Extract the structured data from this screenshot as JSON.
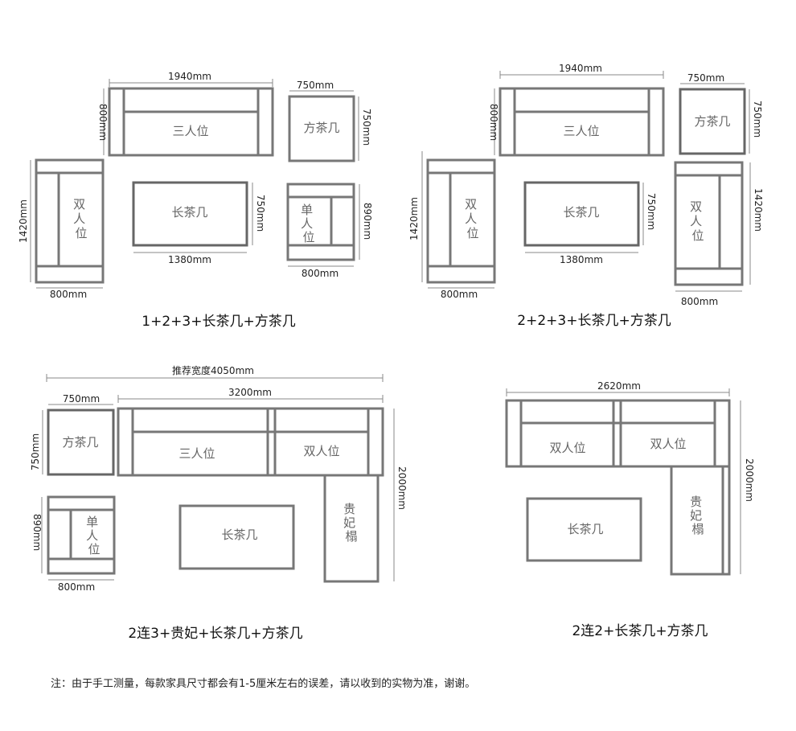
{
  "layouts": [
    {
      "caption": "1+2+3+长茶几+方茶几",
      "labels": {
        "three_seat": "三人位",
        "square_table": "方茶几",
        "two_seat": "双人位",
        "long_table": "长茶几",
        "single_seat": "单人位"
      },
      "dims": {
        "sofa3_width": "1940mm",
        "sofa3_depth": "800mm",
        "square_width": "750mm",
        "square_depth": "750mm",
        "sofa2_length": "1420mm",
        "sofa2_width": "800mm",
        "table_width": "1380mm",
        "table_depth": "750mm",
        "single_depth": "890mm",
        "single_width": "800mm"
      }
    },
    {
      "caption": "2+2+3+长茶几+方茶几",
      "labels": {
        "three_seat": "三人位",
        "square_table": "方茶几",
        "two_seat_left": "双人位",
        "long_table": "长茶几",
        "two_seat_right": "双人位"
      },
      "dims": {
        "sofa3_width": "1940mm",
        "sofa3_depth": "800mm",
        "square_width": "750mm",
        "square_depth": "750mm",
        "sofa2_length": "1420mm",
        "sofa2_width": "800mm",
        "table_width": "1380mm",
        "table_depth": "750mm",
        "right_length": "1420mm",
        "right_width": "800mm"
      }
    },
    {
      "caption": "2连3+贵妃+长茶几+方茶几",
      "labels": {
        "square_table": "方茶几",
        "three_seat": "三人位",
        "two_seat": "双人位",
        "single_seat": "单人位",
        "long_table": "长茶几",
        "chaise": "贵妃榻"
      },
      "dims": {
        "recommended_width": "推荐宽度4050mm",
        "square_width": "750mm",
        "sofa_width": "3200mm",
        "square_depth": "750mm",
        "sofa_length": "2000mm",
        "single_depth": "890mm",
        "single_width": "800mm"
      }
    },
    {
      "caption": "2连2+长茶几+方茶几",
      "labels": {
        "two_seat_left": "双人位",
        "two_seat_right": "双人位",
        "long_table": "长茶几",
        "chaise": "贵妃榻"
      },
      "dims": {
        "sofa_width": "2620mm",
        "sofa_length": "2000mm"
      }
    }
  ],
  "note": "注：由于手工测量，每款家具尺寸都会有1-5厘米左右的误差，请以收到的实物为准，谢谢。"
}
